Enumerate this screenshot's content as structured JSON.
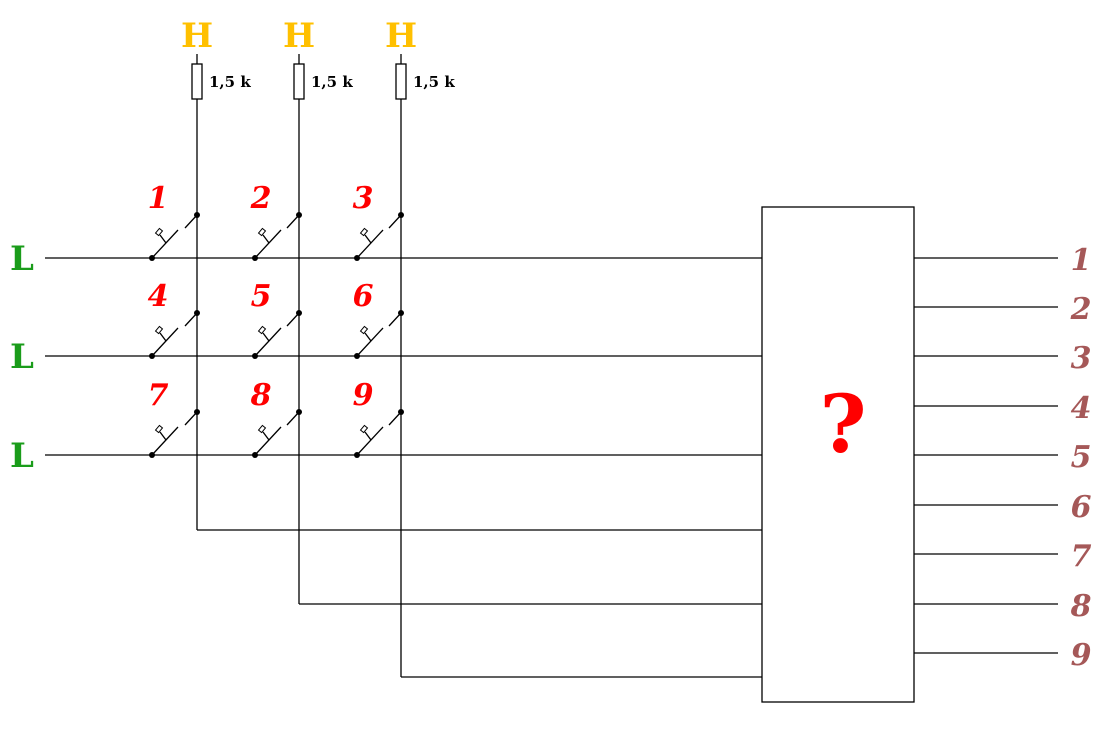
{
  "colors": {
    "high": "#ffc000",
    "low": "#1a9c1a",
    "key": "#ff0000",
    "output": "#a55858",
    "box_question": "#ff0000",
    "wire": "#000000"
  },
  "supply": {
    "high_label": "H",
    "low_label": "L",
    "resistor_label": "1,5 k"
  },
  "columns": [
    {
      "high": "H",
      "resistor": "1,5 k"
    },
    {
      "high": "H",
      "resistor": "1,5 k"
    },
    {
      "high": "H",
      "resistor": "1,5 k"
    }
  ],
  "rows": [
    {
      "low": "L"
    },
    {
      "low": "L"
    },
    {
      "low": "L"
    }
  ],
  "keys": [
    "1",
    "2",
    "3",
    "4",
    "5",
    "6",
    "7",
    "8",
    "9"
  ],
  "decoder": {
    "label": "?"
  },
  "outputs": [
    "1",
    "2",
    "3",
    "4",
    "5",
    "6",
    "7",
    "8",
    "9"
  ]
}
